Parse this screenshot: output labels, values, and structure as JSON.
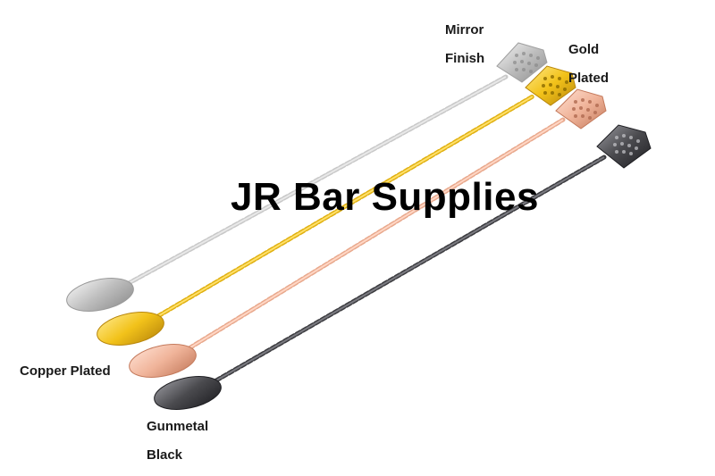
{
  "watermark": "JR Bar Supplies",
  "labels": {
    "mirror_line1": "Mirror",
    "mirror_line2": "Finish",
    "gold_line1": "Gold",
    "gold_line2": "Plated",
    "copper": "Copper Plated",
    "gunmetal_line1": "Gunmetal",
    "gunmetal_line2": "Black"
  },
  "spoons": [
    {
      "finish": "mirror",
      "color": "#d9d9d9",
      "shade": "#a9a9a9"
    },
    {
      "finish": "gold",
      "color": "#f2c21a",
      "shade": "#c9960c"
    },
    {
      "finish": "copper",
      "color": "#f0b49a",
      "shade": "#d08a6c"
    },
    {
      "finish": "gunmetal",
      "color": "#4a4a4e",
      "shade": "#2c2c30"
    }
  ]
}
